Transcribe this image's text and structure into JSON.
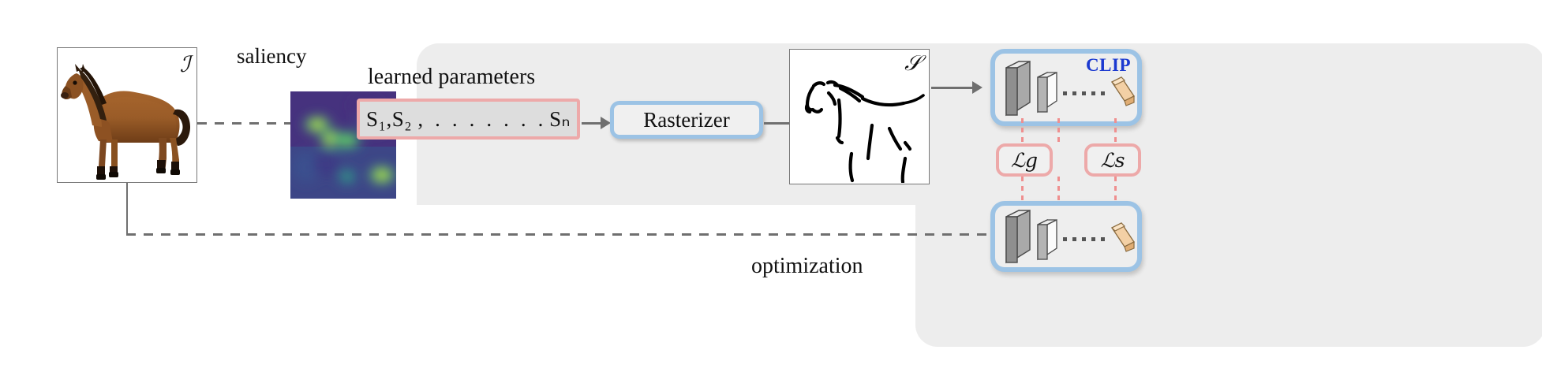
{
  "figure": {
    "title": "CLIPasso sketch generation pipeline",
    "colors": {
      "panel_grey": "#ededed",
      "pink_border": "#eda9a9",
      "blue_border": "#9cc3e5",
      "clip_blue_text": "#1b39d0",
      "arrow_grey": "#6f6f6f",
      "vector_tan": "#f3d0a5"
    }
  },
  "input_image": {
    "name": "horse-photo",
    "symbol": "ℐ",
    "alt": "brown horse standing, side view, white background"
  },
  "saliency": {
    "label": "saliency",
    "name": "saliency-map",
    "colormap": "viridis"
  },
  "learned_parameters": {
    "label": "learned parameters",
    "value": "S₁,S₂ ,  .  .  .  .  .  .  . Sₙ"
  },
  "rasterizer": {
    "label": "Rasterizer"
  },
  "sketch": {
    "symbol": "𝒮",
    "name": "output-sketch",
    "alt": "black line-art sketch of a horse"
  },
  "clip": {
    "label": "CLIP",
    "top_name": "clip-encoder-sketch",
    "bottom_name": "clip-encoder-image"
  },
  "losses": {
    "geometric": "ℒg",
    "semantic": "ℒs"
  },
  "optimization": {
    "label": "optimization"
  }
}
